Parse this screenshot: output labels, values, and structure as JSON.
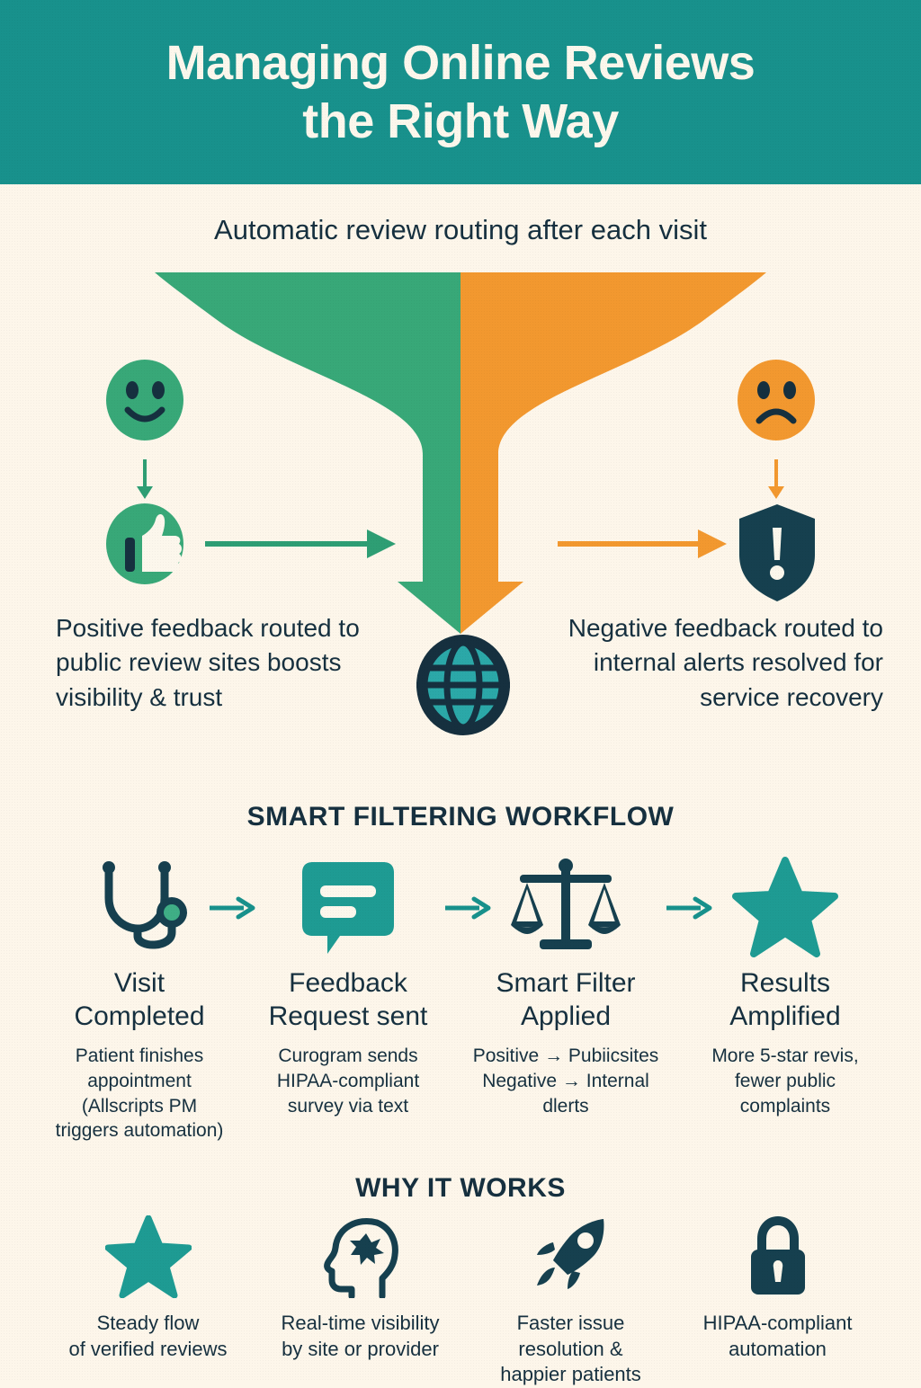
{
  "header": {
    "title_line1": "Managing Online Reviews",
    "title_line2": "the Right Way",
    "bg_color": "#18918C",
    "text_color": "#FCF7EC"
  },
  "subtitle": "Automatic review routing after each visit",
  "colors": {
    "background": "#FDF6EA",
    "teal": "#18918C",
    "green": "#38A878",
    "orange": "#F2982F",
    "navy": "#16303F",
    "cream": "#FCF7EC"
  },
  "funnel": {
    "left_color": "#38A878",
    "right_color": "#F2982F",
    "left_icon_top": "smiley-happy-face",
    "left_icon_bottom": "thumbs-up",
    "right_icon_top": "smiley-sad-face",
    "right_icon_bottom": "shield-alert",
    "center_icon": "globe"
  },
  "captions": {
    "left": "Positive feedback routed to public review sites boosts visibility & trust",
    "right": "Negative feedback routed to internal alerts resolved for service recovery"
  },
  "smart_filtering": {
    "title": "SMART FILTERING WORKFLOW",
    "steps": [
      {
        "icon": "stethoscope-icon",
        "label_line1": "Visit",
        "label_line2": "Completed",
        "desc_line1": "Patient finishes",
        "desc_line2": "appointment",
        "desc_line3": "(Allscripts PM",
        "desc_line4": "triggers automation)"
      },
      {
        "icon": "speech-bubble-icon",
        "label_line1": "Feedback",
        "label_line2": "Request sent",
        "desc_line1": "Curogram sends",
        "desc_line2": "HIPAA-compliant",
        "desc_line3": "survey via text",
        "desc_line4": ""
      },
      {
        "icon": "scales-balance-icon",
        "label_line1": "Smart Filter",
        "label_line2": "Applied",
        "desc_line1": "Positive → Pubiicsites",
        "desc_line2": "Negative → Internal dlerts",
        "desc_line3": "",
        "desc_line4": ""
      },
      {
        "icon": "star-icon",
        "label_line1": "Results",
        "label_line2": "Amplified",
        "desc_line1": "More 5-star revis,",
        "desc_line2": "fewer public",
        "desc_line3": "complaints",
        "desc_line4": ""
      }
    ],
    "arrow_glyph": "→",
    "arrow_color": "#18918C"
  },
  "why_it_works": {
    "title": "WHY IT WORKS",
    "items": [
      {
        "icon": "star-icon",
        "line1": "Steady flow",
        "line2": "of verified reviews",
        "line3": ""
      },
      {
        "icon": "head-insight-icon",
        "line1": "Real-time visibility",
        "line2": "by site or provider",
        "line3": ""
      },
      {
        "icon": "rocket-icon",
        "line1": "Faster issue",
        "line2": "resolution &",
        "line3": "happier patients"
      },
      {
        "icon": "lock-icon",
        "line1": "HIPAA-compliant",
        "line2": "automation",
        "line3": ""
      }
    ]
  }
}
